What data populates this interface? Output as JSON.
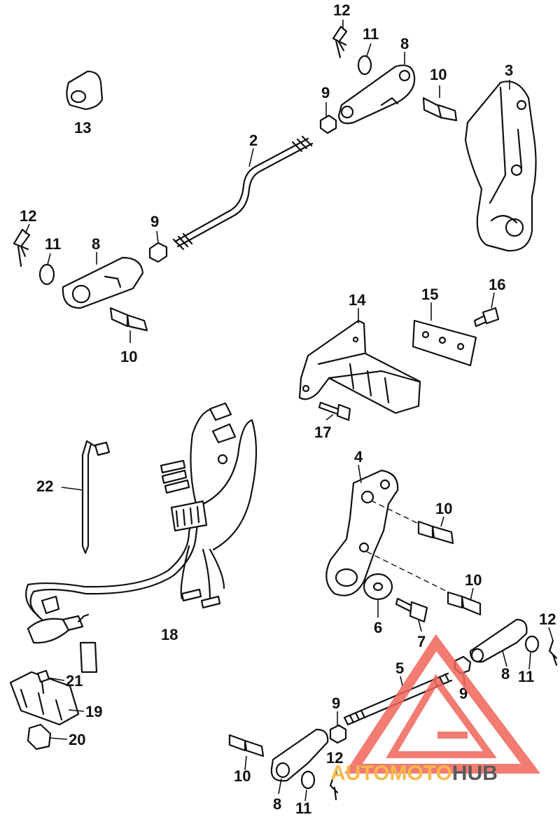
{
  "diagram": {
    "callouts": [
      {
        "id": "c-12a",
        "text": "12"
      },
      {
        "id": "c-11a",
        "text": "11"
      },
      {
        "id": "c-8a",
        "text": "8"
      },
      {
        "id": "c-10a",
        "text": "10"
      },
      {
        "id": "c-3",
        "text": "3"
      },
      {
        "id": "c-9a",
        "text": "9"
      },
      {
        "id": "c-13",
        "text": "13"
      },
      {
        "id": "c-2",
        "text": "2"
      },
      {
        "id": "c-12b",
        "text": "12"
      },
      {
        "id": "c-11b",
        "text": "11"
      },
      {
        "id": "c-8b",
        "text": "8"
      },
      {
        "id": "c-9b",
        "text": "9"
      },
      {
        "id": "c-10b",
        "text": "10"
      },
      {
        "id": "c-14",
        "text": "14"
      },
      {
        "id": "c-15",
        "text": "15"
      },
      {
        "id": "c-16",
        "text": "16"
      },
      {
        "id": "c-17",
        "text": "17"
      },
      {
        "id": "c-4",
        "text": "4"
      },
      {
        "id": "c-10c",
        "text": "10"
      },
      {
        "id": "c-22",
        "text": "22"
      },
      {
        "id": "c-10d",
        "text": "10"
      },
      {
        "id": "c-6",
        "text": "6"
      },
      {
        "id": "c-7",
        "text": "7"
      },
      {
        "id": "c-18",
        "text": "18"
      },
      {
        "id": "c-12c",
        "text": "12"
      },
      {
        "id": "c-5",
        "text": "5"
      },
      {
        "id": "c-8c",
        "text": "8"
      },
      {
        "id": "c-11c",
        "text": "11"
      },
      {
        "id": "c-9c",
        "text": "9"
      },
      {
        "id": "c-21",
        "text": "21"
      },
      {
        "id": "c-19",
        "text": "19"
      },
      {
        "id": "c-20",
        "text": "20"
      },
      {
        "id": "c-9d",
        "text": "9"
      },
      {
        "id": "c-12d",
        "text": "12"
      },
      {
        "id": "c-10e",
        "text": "10"
      },
      {
        "id": "c-8d",
        "text": "8"
      },
      {
        "id": "c-11d",
        "text": "11"
      }
    ]
  },
  "watermark": {
    "part1": "AUTOMOTO",
    "part2": "HUB",
    "color_primary": "#f0645a",
    "color_secondary": "#f5b94a",
    "color_dark": "#5a5a5a"
  }
}
